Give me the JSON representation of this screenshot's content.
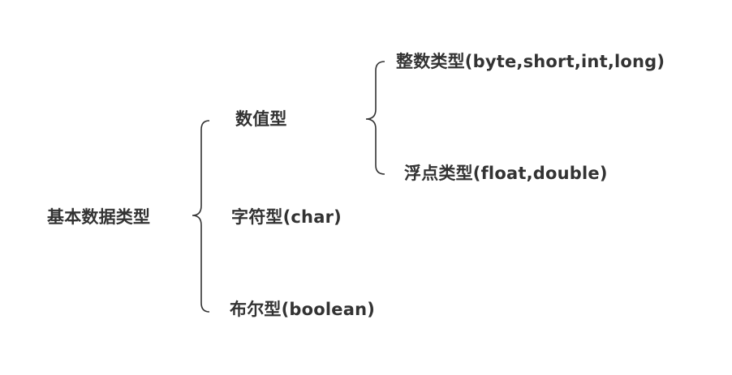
{
  "root": {
    "label": "基本数据类型"
  },
  "level1": [
    {
      "label": "数值型"
    },
    {
      "label": "字符型(char)"
    },
    {
      "label": "布尔型(boolean)"
    }
  ],
  "numeric_children": [
    {
      "label": "整数类型(byte,short,int,long)"
    },
    {
      "label": "浮点类型(float,double)"
    }
  ],
  "colors": {
    "text": "#333333",
    "brace": "#333333",
    "background": "#ffffff"
  }
}
